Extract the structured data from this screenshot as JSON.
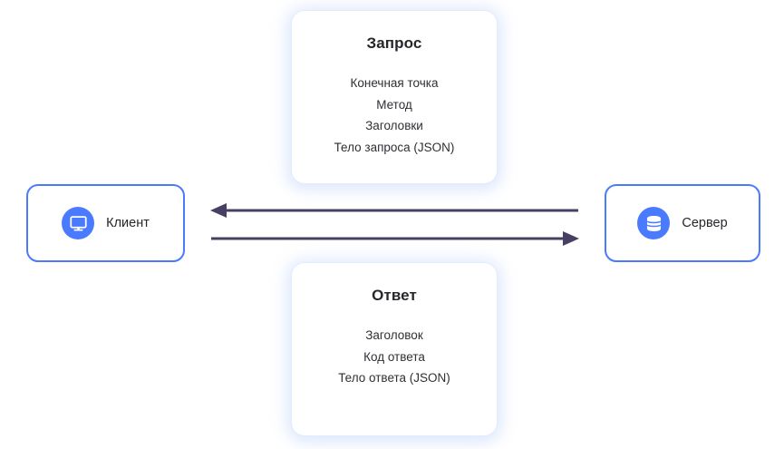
{
  "diagram": {
    "background_color": "#ffffff",
    "accent_color": "#4a7afd",
    "arrow_color": "#484063",
    "text_color": "#26262b"
  },
  "nodes": {
    "client": {
      "label": "Клиент",
      "icon": "monitor-icon"
    },
    "server": {
      "label": "Сервер",
      "icon": "database-icon"
    }
  },
  "cards": {
    "request": {
      "title": "Запрос",
      "lines": [
        "Конечная точка",
        "Метод",
        "Заголовки",
        "Тело запроса (JSON)"
      ]
    },
    "response": {
      "title": "Ответ",
      "lines": [
        "Заголовок",
        "Код ответа",
        "Тело ответа (JSON)"
      ]
    }
  },
  "arrows": [
    {
      "name": "response-arrow",
      "direction": "left",
      "from": "server",
      "to": "client"
    },
    {
      "name": "request-arrow",
      "direction": "right",
      "from": "client",
      "to": "server"
    }
  ]
}
